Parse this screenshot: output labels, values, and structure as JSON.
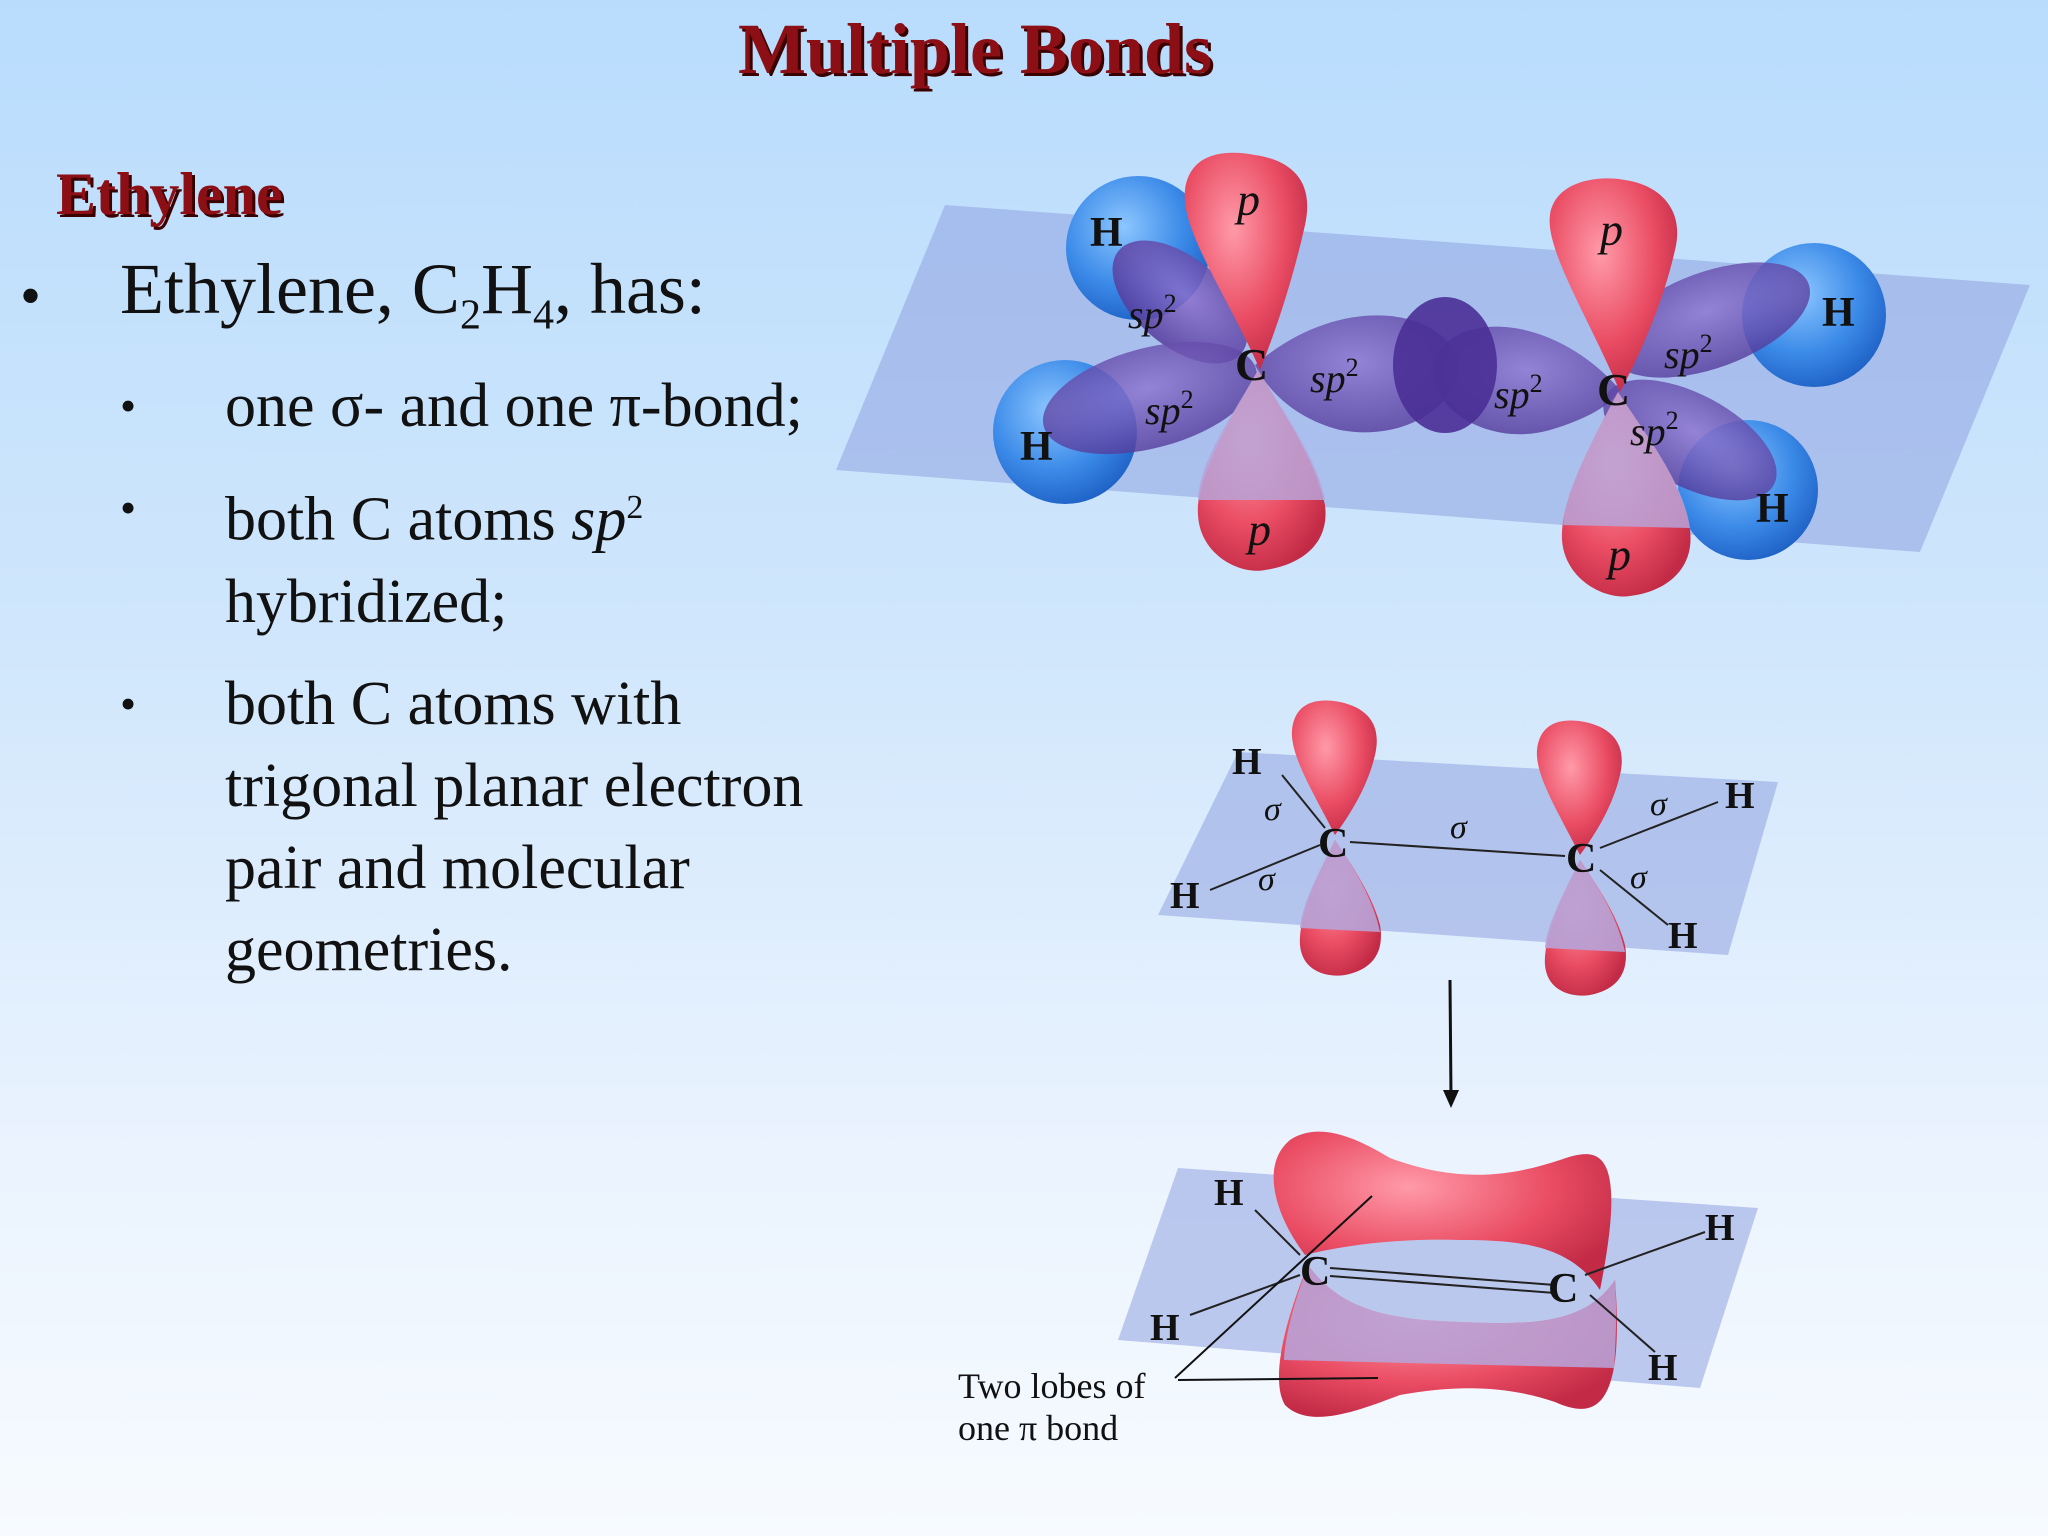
{
  "title": "Multiple Bonds",
  "section": "Ethylene",
  "main_bullet": {
    "pre": "Ethylene, C",
    "sub1": "2",
    "mid": "H",
    "sub2": "4",
    "post": ", has:"
  },
  "sub_bullets": [
    {
      "text": "one σ- and one π-bond;"
    },
    {
      "pre": "both C atoms ",
      "em": "sp",
      "sup": "2",
      "post": " hybridized;"
    },
    {
      "text": "both C atoms with trigonal planar electron pair and molecular geometries."
    }
  ],
  "diagram_top": {
    "h": "H",
    "c": "C",
    "p": "p",
    "sp": "sp",
    "two": "2"
  },
  "diagram_mid": {
    "h": "H",
    "c": "C",
    "sigma": "σ"
  },
  "diagram_bottom": {
    "h": "H",
    "c": "C",
    "caption_line1": "Two lobes of",
    "caption_line2": "one π bond"
  },
  "colors": {
    "title": "#8b0f14",
    "p_orbital": "#e84a63",
    "sp2_orbital": "#6a4fb0",
    "hydrogen": "#2f7ae0",
    "plane": "#8fa3e0"
  }
}
